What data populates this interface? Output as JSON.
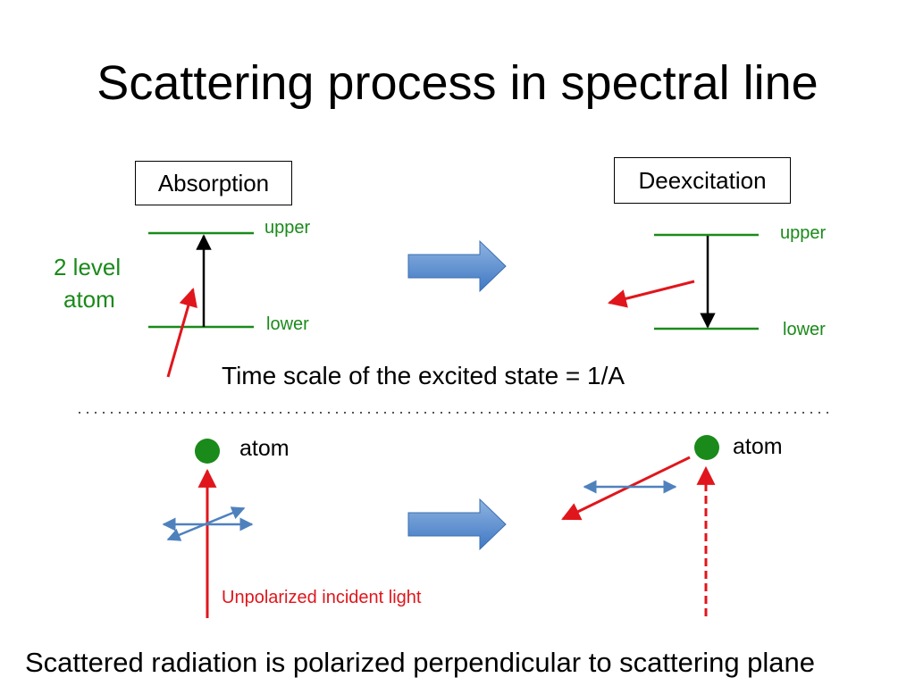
{
  "title": "Scattering process in spectral line",
  "absorption": {
    "box_label": "Absorption",
    "upper_label": "upper",
    "lower_label": "lower",
    "atom_label_line1": "2 level",
    "atom_label_line2": "atom"
  },
  "deexcitation": {
    "box_label": "Deexcitation",
    "upper_label": "upper",
    "lower_label": "lower"
  },
  "time_scale_text": "Time scale of the excited state = 1/A",
  "scattering": {
    "left_atom_label": "atom",
    "right_atom_label": "atom",
    "incident_label": "Unpolarized incident light"
  },
  "footer_text": "Scattered radiation is polarized perpendicular to scattering plane",
  "colors": {
    "level_line": "#1a8a1a",
    "atom_dot": "#1a8a1a",
    "photon": "#e0161c",
    "polarization": "#4f81bd",
    "block_arrow": "#4f81bd"
  }
}
